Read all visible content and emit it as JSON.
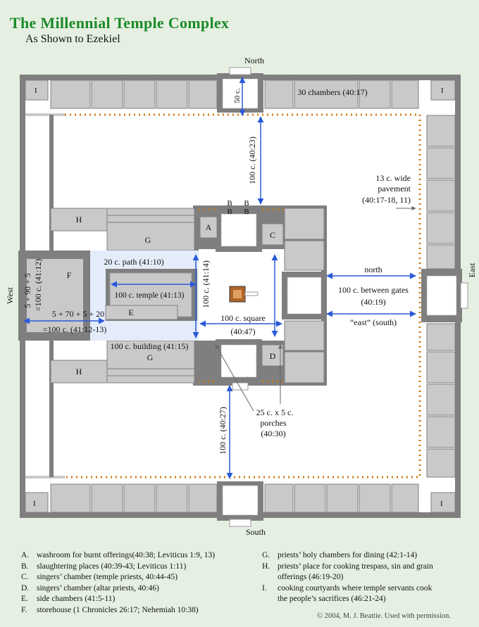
{
  "title": "The Millennial Temple Complex",
  "subtitle": "As Shown to Ezekiel",
  "directions": {
    "north": "North",
    "south": "South",
    "east": "East",
    "west": "West"
  },
  "labels": {
    "gate_depth": "50 c.",
    "chambers30": "30 chambers (40:17)",
    "north_dist": "100 c. (40:23)",
    "pavement": [
      "13 c. wide",
      "pavement",
      "(40:17-18, 11)"
    ],
    "path": "20 c. path (41:10)",
    "temple": "100 c. temple (41:13)",
    "west_dims_a": "5 + 90 + 5",
    "west_dims_b": "=100 c. (41:12)",
    "west_dims_c": "5 + 70 + 5 + 20",
    "west_dims_d": "=100 c. (41:12-13)",
    "inner_square": "100 c. square",
    "inner_square_ref": "(40:47)",
    "building": "100 c. building (41:15)",
    "between_gates_north": "north",
    "between_gates": "100 c. between gates",
    "between_gates_ref": "(40:19)",
    "between_gates_east": "“east” (south)",
    "inner_vertical": "100 c. (41:14)",
    "porches": [
      "25 c. x 5 c.",
      "porches",
      "(40:30)"
    ],
    "south_dist": "100 c. (40:27)"
  },
  "letters": {
    "A": "A",
    "B": "B",
    "C": "C",
    "D": "D",
    "E": "E",
    "F": "F",
    "G": "G",
    "H": "H",
    "I": "I"
  },
  "legend_left": [
    {
      "key": "A.",
      "text": "washroom for burnt offerings(40:38; Leviticus 1:9, 13)"
    },
    {
      "key": "B.",
      "text": "slaughtering places (40:39-43; Leviticus 1:11)"
    },
    {
      "key": "C.",
      "text": "singers’ chamber (temple priests, 40:44-45)"
    },
    {
      "key": "D.",
      "text": "singers’ chamber (altar priests, 40:46)"
    },
    {
      "key": "E.",
      "text": "side chambers (41:5-11)"
    },
    {
      "key": "F.",
      "text": "storehouse (1 Chronicles 26:17;  Nehemiah 10:38)"
    }
  ],
  "legend_right": [
    {
      "key": "G.",
      "text": "priests’ holy chambers for dining (42:1-14)"
    },
    {
      "key": "H.",
      "text": "priests’ place for cooking trespass, sin and grain"
    },
    {
      "key": "",
      "text": "offerings (46:19-20)"
    },
    {
      "key": "I.",
      "text": "cooking courtyards where temple  servants cook"
    },
    {
      "key": "",
      "text": "the people’s sacrifices (46:21-24)"
    }
  ],
  "credit": "©  2004, M. J. Beattie.  Used with permission.",
  "colors": {
    "wall": "#7f7f7f",
    "room": "#c9c9c9",
    "court": "#ffffff",
    "pavement_dots": "#d07818",
    "arrow": "#2a5ad8",
    "highlight": "#e4ecfa",
    "altar": "#b0652a"
  }
}
